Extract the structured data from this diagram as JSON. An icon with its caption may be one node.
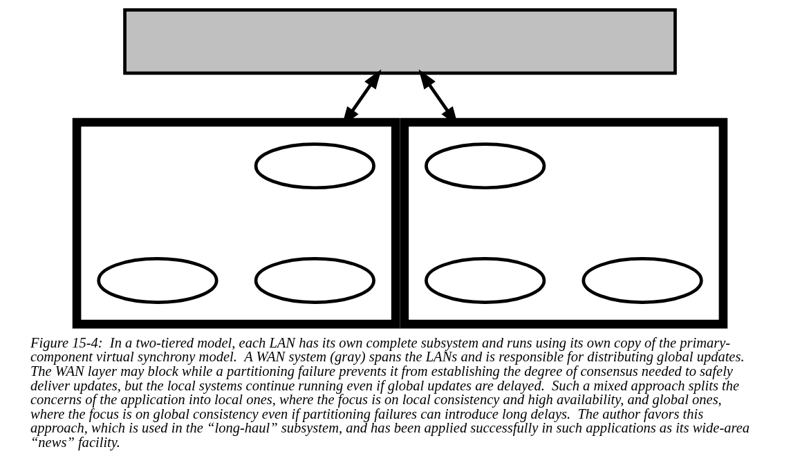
{
  "diagram": {
    "caption": "Figure 15-4:  In a two-tiered model, each LAN has its own complete subsystem and runs using its own copy of the primary-component virtual synchrony model.  A WAN system (gray) spans the LANs and is responsible for distributing global updates.  The WAN layer may block while a partitioning failure prevents it from establishing the degree of consensus needed to safely deliver updates, but the local systems continue running even if global updates are delayed.  Such a mixed approach splits the concerns of the application into local ones, where the focus is on local consistency and high availability, and global ones, where the focus is on global consistency even if partitioning failures can introduce long delays.  The author favors this approach, which is used in the “long-haul” subsystem, and has been applied successfully in such applications as its wide-area “news” facility.",
    "nodes": [
      {
        "text": [],
        "shape": "bar"
      },
      {
        "text": [],
        "shape": "box"
      },
      {
        "text": [],
        "shape": "ellipse",
        "in": 1
      },
      {
        "text": [],
        "shape": "ellipse",
        "in": 1
      },
      {
        "text": [],
        "shape": "ellipse",
        "in": 1
      },
      {
        "text": [],
        "shape": "box"
      },
      {
        "text": [],
        "shape": "ellipse",
        "in": 5
      },
      {
        "text": [],
        "shape": "ellipse",
        "in": 5
      },
      {
        "text": [],
        "shape": "ellipse",
        "in": 5
      }
    ],
    "edges": [
      {
        "from": 1,
        "to": 0,
        "arrow": "both"
      },
      {
        "from": 5,
        "to": 0,
        "arrow": "both"
      }
    ]
  }
}
